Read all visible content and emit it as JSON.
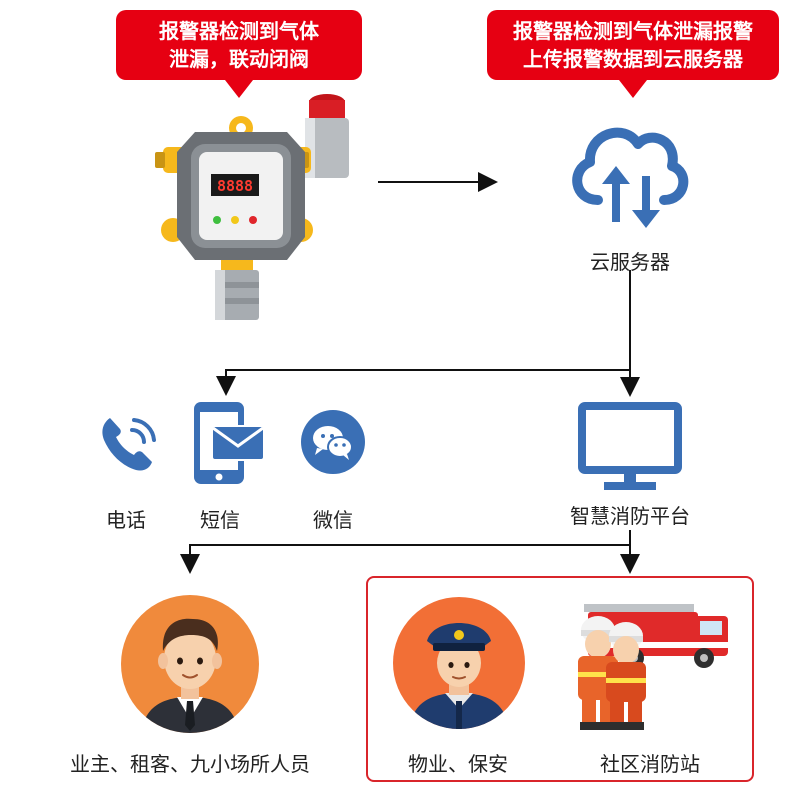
{
  "callouts": {
    "detector": {
      "line1": "报警器检测到气体",
      "line2": "泄漏，联动闭阀"
    },
    "cloud": {
      "line1": "报警器检测到气体泄漏报警",
      "line2": "上传报警数据到云服务器"
    }
  },
  "nodes": {
    "cloud_server": "云服务器",
    "phone": "电话",
    "sms": "短信",
    "wechat": "微信",
    "platform": "智慧消防平台",
    "owners": "业主、租客、九小场所人员",
    "security": "物业、保安",
    "fire_station": "社区消防站"
  },
  "detector": {
    "display_value": "8888"
  },
  "colors": {
    "accent_red": "#e60012",
    "icon_blue": "#3a6fb5",
    "avatar_orange": "#f08a3c"
  }
}
